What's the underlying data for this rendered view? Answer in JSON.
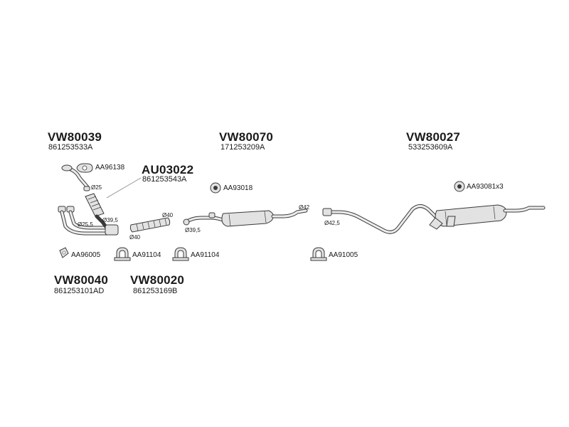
{
  "groups": {
    "vw80039": {
      "code": "VW80039",
      "number": "861253533A"
    },
    "au03022": {
      "code": "AU03022",
      "number": "861253543A"
    },
    "vw80070": {
      "code": "VW80070",
      "number": "171253209A"
    },
    "vw80027": {
      "code": "VW80027",
      "number": "533253609A"
    },
    "vw80040": {
      "code": "VW80040",
      "number": "861253101AD"
    },
    "vw80020": {
      "code": "VW80020",
      "number": "861253169B"
    }
  },
  "accessories": {
    "gasket": "AA96138",
    "hanger_front": "AA93018",
    "hanger_rear": "AA93081x3",
    "seal": "AA96005",
    "clamp_1": "AA91104",
    "clamp_2": "AA91104",
    "clamp_3": "AA91005"
  },
  "diameters": {
    "d25_top": "Ø25",
    "d39_5_left": "Ø39,5",
    "d25_5": "Ø25,5",
    "d40_top": "Ø40",
    "d40_bottom": "Ø40",
    "d39_5_mid": "Ø39,5",
    "d42": "Ø42",
    "d42_5": "Ø42,5"
  },
  "colors": {
    "part_fill": "#e2e2e2",
    "outline": "#3a3a3a",
    "text": "#1a1a1a"
  }
}
